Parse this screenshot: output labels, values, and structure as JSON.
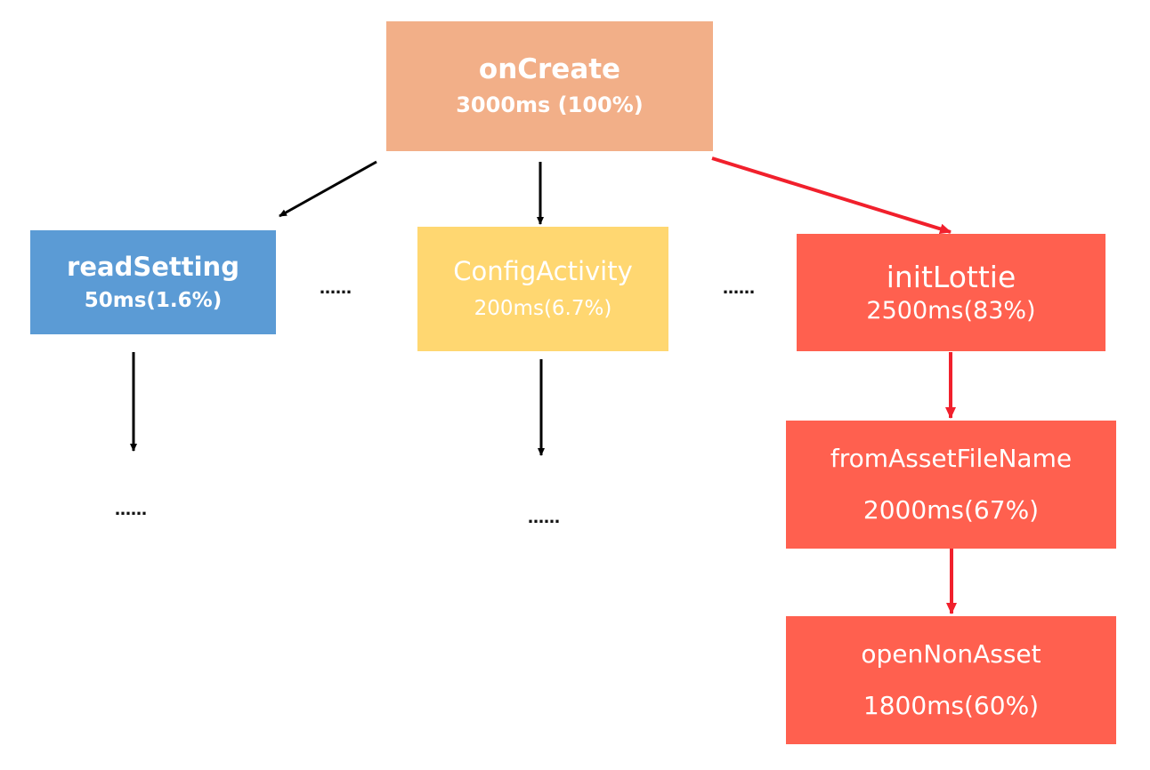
{
  "colors": {
    "root": "#F2AF88",
    "readSetting": "#5B9BD5",
    "configActivity": "#FFD771",
    "hot": "#FF604F",
    "edge_normal": "#000000",
    "edge_hot": "#F1202C"
  },
  "nodes": {
    "onCreate": {
      "name": "onCreate",
      "time": "3000ms (100%)"
    },
    "readSetting": {
      "name": "readSetting",
      "time": "50ms(1.6%)"
    },
    "configActivity": {
      "name": "ConfigActivity",
      "time": "200ms(6.7%)"
    },
    "initLottie": {
      "name": "initLottie",
      "time": "2500ms(83%)"
    },
    "fromAssetFileName": {
      "name": "fromAssetFileName",
      "time": "2000ms(67%)"
    },
    "openNonAsset": {
      "name": "openNonAsset",
      "time": "1800ms(60%)"
    }
  },
  "ellipses": {
    "between_read_config": "……",
    "between_config_init": "……",
    "below_read": "……",
    "below_config": "……"
  }
}
